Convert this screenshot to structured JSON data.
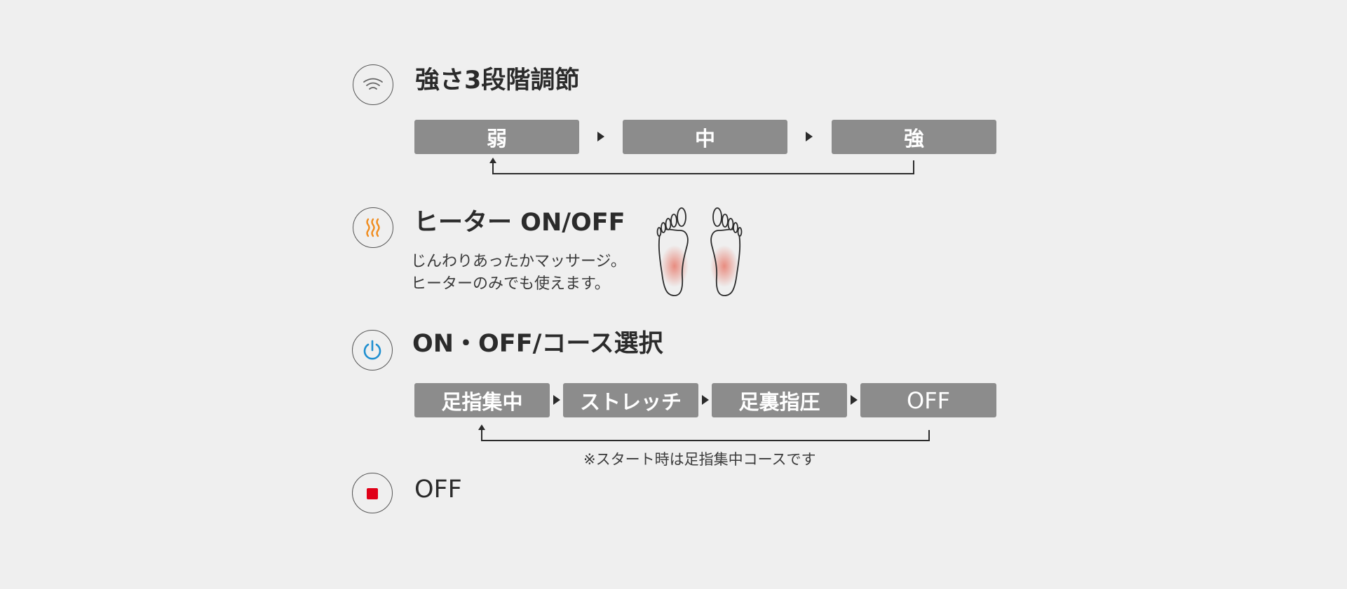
{
  "sections": {
    "strength": {
      "title": "強さ3段階調節",
      "icon": "vibration-waves-icon",
      "steps": [
        "弱",
        "中",
        "強"
      ]
    },
    "heater": {
      "title": "ヒーター ON/OFF",
      "icon": "heat-waves-icon",
      "description_line1": "じんわりあったかマッサージ。",
      "description_line2": "ヒーターのみでも使えます。",
      "illustration": "feet-soles-icon"
    },
    "power": {
      "title": "ON・OFF/コース選択",
      "icon": "power-icon",
      "steps": [
        "足指集中",
        "ストレッチ",
        "足裏指圧",
        "OFF"
      ],
      "note": "※スタート時は足指集中コースです"
    },
    "off": {
      "title": "OFF",
      "icon": "stop-square-icon"
    }
  },
  "colors": {
    "background": "#efefef",
    "step_box": "#8c8c8c",
    "heater_accent": "#f08c1e",
    "power_accent": "#1e8fd0",
    "stop_accent": "#e00018",
    "heat_glow": "#e8877a"
  }
}
